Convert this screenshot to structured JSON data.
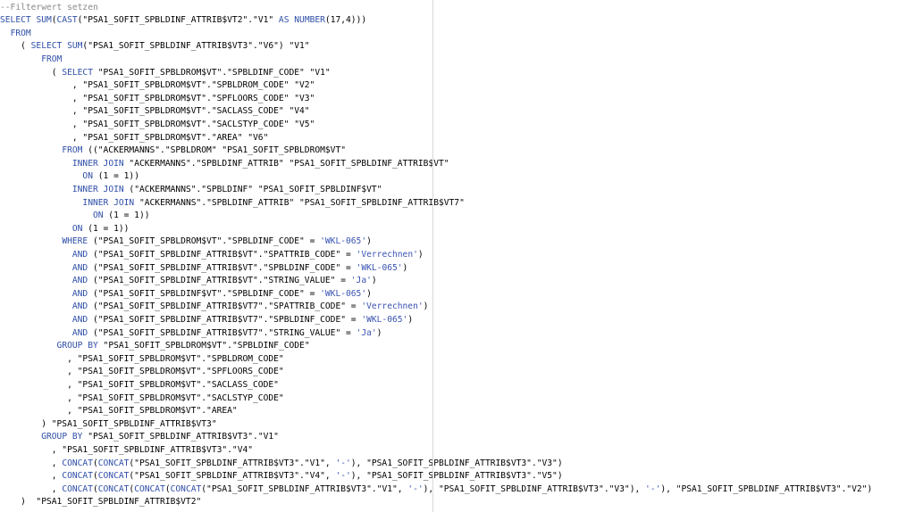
{
  "editor": {
    "lines": [
      "--Filterwert setzen",
      "SELECT SUM(CAST(\"PSA1_SOFIT_SPBLDINF_ATTRIB$VT2\".\"V1\" AS NUMBER(17,4)))",
      "  FROM",
      "    ( SELECT SUM(\"PSA1_SOFIT_SPBLDINF_ATTRIB$VT3\".\"V6\") \"V1\"",
      "        FROM",
      "          ( SELECT \"PSA1_SOFIT_SPBLDROM$VT\".\"SPBLDINF_CODE\" \"V1\"",
      "              , \"PSA1_SOFIT_SPBLDROM$VT\".\"SPBLDROM_CODE\" \"V2\"",
      "              , \"PSA1_SOFIT_SPBLDROM$VT\".\"SPFLOORS_CODE\" \"V3\"",
      "              , \"PSA1_SOFIT_SPBLDROM$VT\".\"SACLASS_CODE\" \"V4\"",
      "              , \"PSA1_SOFIT_SPBLDROM$VT\".\"SACLSTYP_CODE\" \"V5\"",
      "              , \"PSA1_SOFIT_SPBLDROM$VT\".\"AREA\" \"V6\"",
      "            FROM ((\"ACKERMANNS\".\"SPBLDROM\" \"PSA1_SOFIT_SPBLDROM$VT\"",
      "              INNER JOIN \"ACKERMANNS\".\"SPBLDINF_ATTRIB\" \"PSA1_SOFIT_SPBLDINF_ATTRIB$VT\"",
      "                ON (1 = 1))",
      "              INNER JOIN (\"ACKERMANNS\".\"SPBLDINF\" \"PSA1_SOFIT_SPBLDINF$VT\"",
      "                INNER JOIN \"ACKERMANNS\".\"SPBLDINF_ATTRIB\" \"PSA1_SOFIT_SPBLDINF_ATTRIB$VT7\"",
      "                  ON (1 = 1))",
      "              ON (1 = 1))",
      "            WHERE (\"PSA1_SOFIT_SPBLDROM$VT\".\"SPBLDINF_CODE\" = 'WKL-065')",
      "              AND (\"PSA1_SOFIT_SPBLDINF_ATTRIB$VT\".\"SPATTRIB_CODE\" = 'Verrechnen')",
      "              AND (\"PSA1_SOFIT_SPBLDINF_ATTRIB$VT\".\"SPBLDINF_CODE\" = 'WKL-065')",
      "              AND (\"PSA1_SOFIT_SPBLDINF_ATTRIB$VT\".\"STRING_VALUE\" = 'Ja')",
      "              AND (\"PSA1_SOFIT_SPBLDINF$VT\".\"SPBLDINF_CODE\" = 'WKL-065')",
      "              AND (\"PSA1_SOFIT_SPBLDINF_ATTRIB$VT7\".\"SPATTRIB_CODE\" = 'Verrechnen')",
      "              AND (\"PSA1_SOFIT_SPBLDINF_ATTRIB$VT7\".\"SPBLDINF_CODE\" = 'WKL-065')",
      "              AND (\"PSA1_SOFIT_SPBLDINF_ATTRIB$VT7\".\"STRING_VALUE\" = 'Ja')",
      "           GROUP BY \"PSA1_SOFIT_SPBLDROM$VT\".\"SPBLDINF_CODE\"",
      "             , \"PSA1_SOFIT_SPBLDROM$VT\".\"SPBLDROM_CODE\"",
      "             , \"PSA1_SOFIT_SPBLDROM$VT\".\"SPFLOORS_CODE\"",
      "             , \"PSA1_SOFIT_SPBLDROM$VT\".\"SACLASS_CODE\"",
      "             , \"PSA1_SOFIT_SPBLDROM$VT\".\"SACLSTYP_CODE\"",
      "             , \"PSA1_SOFIT_SPBLDROM$VT\".\"AREA\"",
      "        ) \"PSA1_SOFIT_SPBLDINF_ATTRIB$VT3\"",
      "        GROUP BY \"PSA1_SOFIT_SPBLDINF_ATTRIB$VT3\".\"V1\"",
      "          , \"PSA1_SOFIT_SPBLDINF_ATTRIB$VT3\".\"V4\"",
      "          , CONCAT(CONCAT(\"PSA1_SOFIT_SPBLDINF_ATTRIB$VT3\".\"V1\", '-'), \"PSA1_SOFIT_SPBLDINF_ATTRIB$VT3\".\"V3\")",
      "          , CONCAT(CONCAT(\"PSA1_SOFIT_SPBLDINF_ATTRIB$VT3\".\"V4\", '-'), \"PSA1_SOFIT_SPBLDINF_ATTRIB$VT3\".\"V5\")",
      "          , CONCAT(CONCAT(CONCAT(CONCAT(\"PSA1_SOFIT_SPBLDINF_ATTRIB$VT3\".\"V1\", '-'), \"PSA1_SOFIT_SPBLDINF_ATTRIB$VT3\".\"V3\"), '-'), \"PSA1_SOFIT_SPBLDINF_ATTRIB$VT3\".\"V2\")",
      "    )  \"PSA1_SOFIT_SPBLDINF_ATTRIB$VT2\""
    ]
  },
  "colors": {
    "keyword": "#2f4fa8",
    "string_literal": "#3a53b3",
    "comment": "#8a8a8a",
    "text": "#000000",
    "guide_line": "#d7d7d7"
  }
}
